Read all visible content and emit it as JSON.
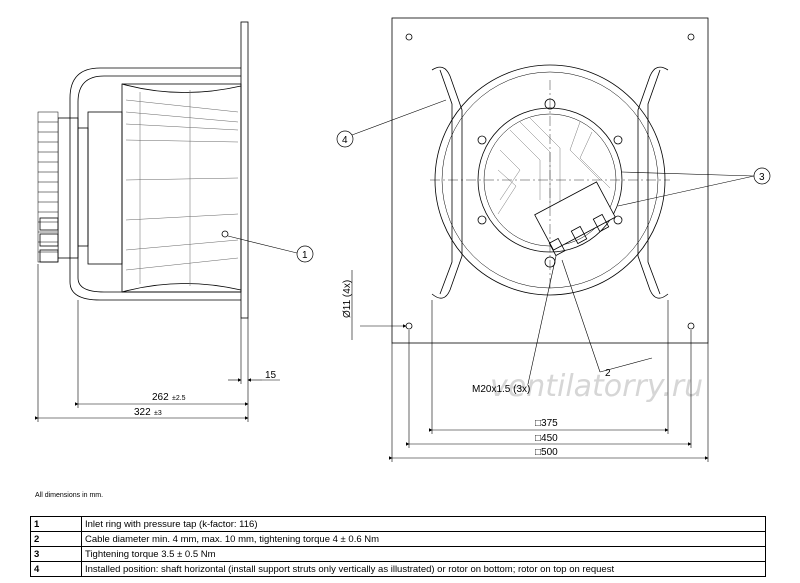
{
  "watermark": "ventilatorry.ru",
  "dimensions": {
    "d262": "262",
    "d262_tol": "±2.5",
    "d322": "322",
    "d322_tol": "±3",
    "d15": "15",
    "hole": "Ø11 (4x)",
    "cable": "M20x1.5 (3x)",
    "sq375": "□375",
    "sq450": "□450",
    "sq500": "□500"
  },
  "callouts": [
    "1",
    "2",
    "3",
    "4"
  ],
  "note": "All dimensions in mm.",
  "legend": [
    {
      "num": "1",
      "text": "Inlet ring with pressure tap (k-factor: 116)"
    },
    {
      "num": "2",
      "text": "Cable diameter min. 4 mm, max. 10 mm, tightening torque 4 ± 0.6 Nm"
    },
    {
      "num": "3",
      "text": "Tightening torque 3.5 ± 0.5 Nm"
    },
    {
      "num": "4",
      "text": "Installed position: shaft horizontal (install support struts only vertically as illustrated) or rotor on bottom; rotor on top on request"
    }
  ]
}
